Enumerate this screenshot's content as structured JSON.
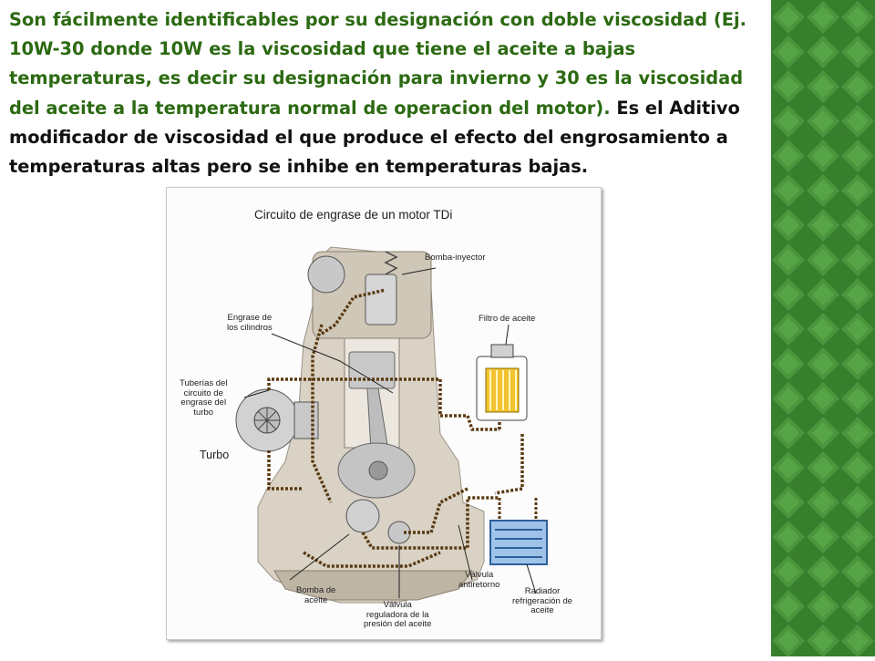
{
  "paragraph": {
    "part1": "Son fácilmente identificables por su designación con doble viscosidad (Ej. 10W-30 donde 10W es la viscosidad que tiene el aceite a bajas temperaturas, es decir su designación para invierno y 30 es la viscosidad del aceite a la temperatura normal de operacion del motor).",
    "part2": " Es el Aditivo modificador de viscosidad el que produce el efecto del engrosamiento a temperaturas altas pero se inhibe en temperaturas bajas."
  },
  "colors": {
    "text_green": "#2c6a12",
    "text_dark": "#111111",
    "panel_green": "#3f8a33",
    "oil_brown": "#5a3a12",
    "radiator_blue": "#9fc3e8"
  },
  "figure": {
    "title": "Circuito de engrase de un motor TDi",
    "labels": {
      "bomba_inyector": "Bomba-inyector",
      "filtro_aceite": "Filtro de aceite",
      "engrase_cilindros": "Engrase de\nlos cilindros",
      "tuberias_turbo": "Tuberías del\ncircuito de\nengrase del\nturbo",
      "turbo": "Turbo",
      "bomba_aceite": "Bomba de\naceite",
      "valvula_reguladora": "Válvula\nreguladora de la\npresión del aceite",
      "valvula_antiretorno": "Válvula\nantiretorno",
      "radiador": "Radiador\nrefrigeración de\naceite"
    }
  }
}
